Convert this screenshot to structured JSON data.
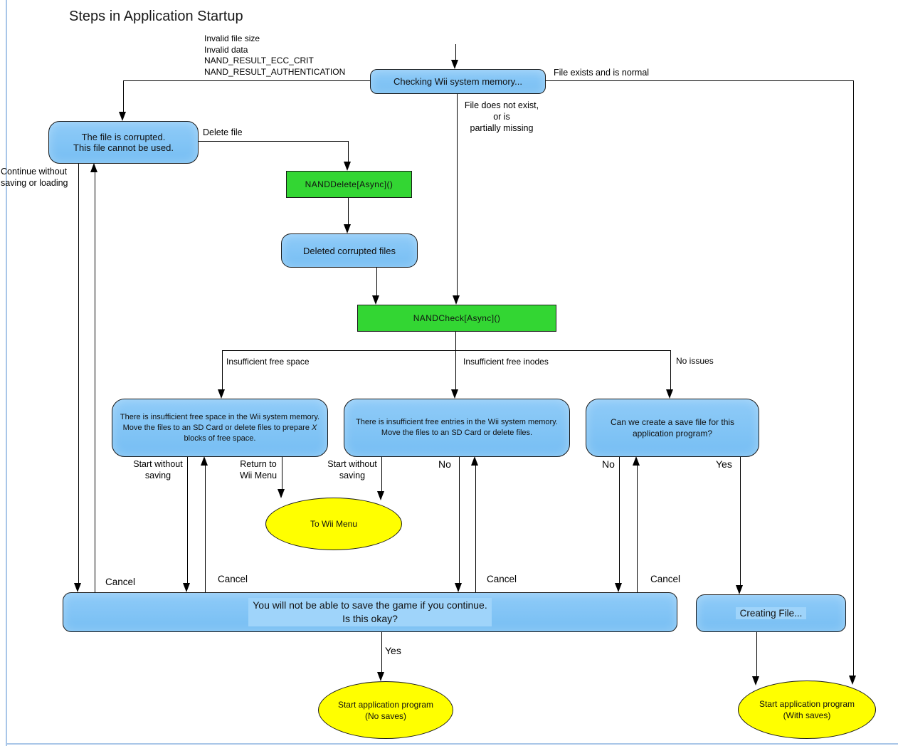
{
  "title": "Steps in Application Startup",
  "colors": {
    "node_blue": "#7ec4f6",
    "node_highlight": "#9fd4fa",
    "process_green": "#33d633",
    "terminal_yellow": "#ffff00",
    "line_black": "#000000"
  },
  "nodes": {
    "checking": "Checking Wii system memory...",
    "corrupted": "The file is corrupted.\nThis file cannot be used.",
    "nand_delete": "NANDDelete[Async]()",
    "deleted_files": "Deleted corrupted files",
    "nand_check": "NANDCheck[Async]()",
    "insufficient_space_p1": "There is insufficient free space in the Wii system memory.\nMove the files to an SD Card or delete files to prepare ",
    "insufficient_space_italic": "X",
    "insufficient_space_p2": "\nblocks of free space.",
    "insufficient_inodes": "There is insufficient free entries in the Wii system memory.\nMove the files to an SD Card or delete files.",
    "can_create": "Can we create a save file for this\napplication program?",
    "to_wii_menu": "To Wii Menu",
    "confirm": "You will not be able to save the game if you continue.\nIs this okay?",
    "creating_file": "Creating File...",
    "start_no_saves": "Start application program\n(No saves)",
    "start_with_saves": "Start application program\n(With saves)"
  },
  "labels": {
    "invalid_reasons": "Invalid file size\nInvalid data\nNAND_RESULT_ECC_CRIT\nNAND_RESULT_AUTHENTICATION",
    "file_exists": "File exists and is normal",
    "file_missing": "File does not exist, or is\npartially missing",
    "delete_file": "Delete file",
    "continue_without": "Continue without\nsaving or loading",
    "insufficient_space": "Insufficient free space",
    "insufficient_inodes": "Insufficient free inodes",
    "no_issues": "No issues",
    "start_without_saving_1": "Start without\nsaving",
    "return_to_wii_menu": "Return to\nWii Menu",
    "start_without_saving_2": "Start without\nsaving",
    "no_1": "No",
    "no_2": "No",
    "yes_1": "Yes",
    "yes_2": "Yes",
    "cancel_1": "Cancel",
    "cancel_2": "Cancel",
    "cancel_3": "Cancel",
    "cancel_4": "Cancel"
  }
}
